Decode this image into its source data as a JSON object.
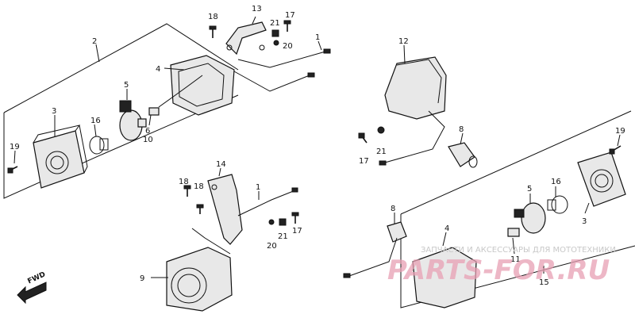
{
  "parts": {
    "p1a": "1",
    "p1b": "1",
    "p2": "2",
    "p3a": "3",
    "p3b": "3",
    "p4a": "4",
    "p4b": "4",
    "p5a": "5",
    "p5b": "5",
    "p6": "6",
    "p8a": "8",
    "p8b": "8",
    "p9": "9",
    "p10": "10",
    "p11": "11",
    "p12": "12",
    "p13": "13",
    "p14": "14",
    "p15": "15",
    "p16a": "16",
    "p16b": "16",
    "p17a": "17",
    "p17b": "17",
    "p17c": "17",
    "p18a": "18",
    "p18b": "18",
    "p18c": "18",
    "p19a": "19",
    "p19b": "19",
    "p20a": "20",
    "p20b": "20",
    "p21a": "21",
    "p21b": "21",
    "p21c": "21"
  },
  "fwd_label": "FWD",
  "watermark": {
    "top_text": "ЗАПЧАСТИ И АКСЕССУАРЫ ДЛЯ МОТОТЕХНИКИ",
    "brand": "PARTS-FOR.RU",
    "color": "#e8a0b4"
  }
}
